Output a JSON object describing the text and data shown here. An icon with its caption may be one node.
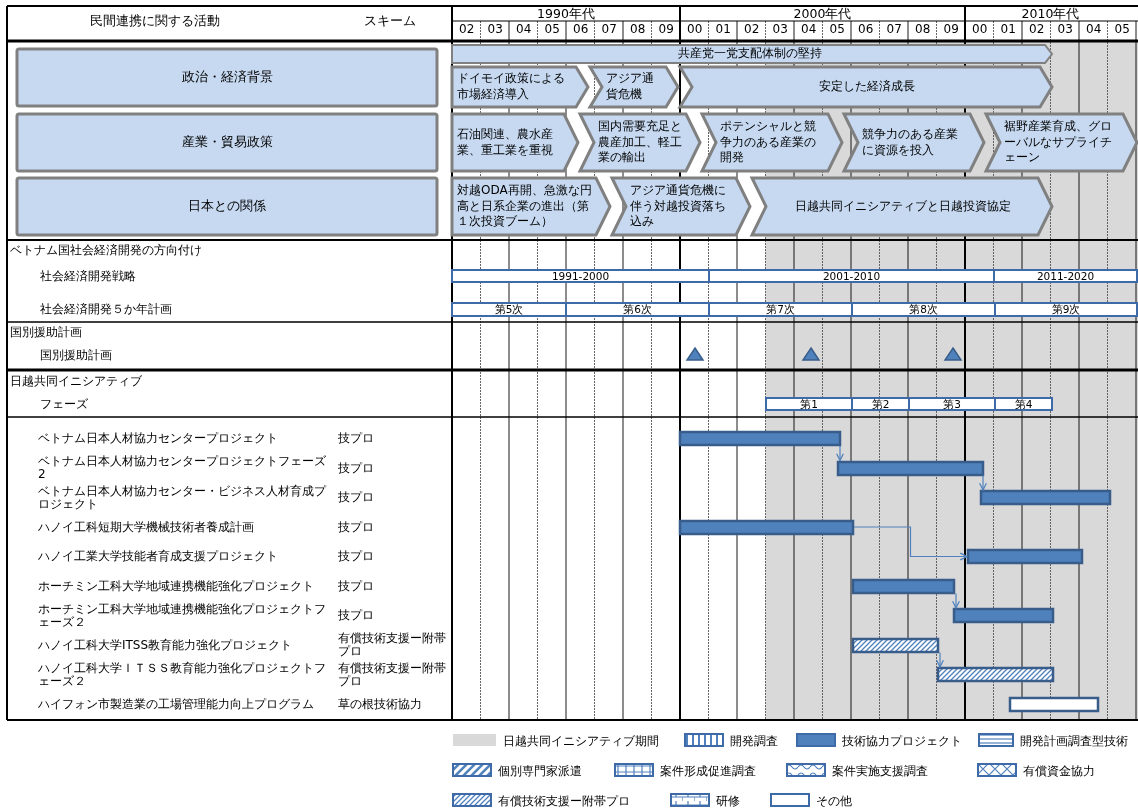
{
  "diagram": {
    "nodes": [
      {
        "text": [
          "政治・経済背景"
        ]
      },
      {
        "text": [
          "共産党一党支配体制の堅持"
        ]
      },
      {
        "text": [
          "ドイモイ政策による市場経済導入"
        ]
      },
      {
        "text": [
          "アジア通貨危機"
        ]
      },
      {
        "text": [
          "安定した経済成長"
        ]
      },
      {
        "text": [
          "産業・貿易政策"
        ]
      },
      {
        "text": [
          "石油関連、農水産業、重工業を重視"
        ]
      },
      {
        "text": [
          "国内需要充足と農産加工、軽工業の輸出"
        ]
      },
      {
        "text": [
          "ポテンシャルと競争力のある産業の開発"
        ]
      },
      {
        "text": [
          "競争力のある産業に資源を投入"
        ]
      },
      {
        "text": [
          "裾野産業育成、グローバルなサプライチェーン"
        ]
      },
      {
        "text": [
          "日本との関係"
        ]
      },
      {
        "text": [
          "対越ODA再開、急激な円高と日系企業の進出（第１次投資ブーム）"
        ]
      },
      {
        "text": [
          "アジア通貨危機に伴う対越投資落ち込み"
        ]
      },
      {
        "text": [
          "日越共同イニシアティブと日越投資協定"
        ]
      },
      {
        "text": [
          "1991-2000"
        ]
      },
      {
        "text": [
          "2001-2010"
        ]
      },
      {
        "text": [
          "2011-2020"
        ]
      },
      {
        "text": [
          "第5次"
        ]
      },
      {
        "text": [
          "第6次"
        ]
      },
      {
        "text": [
          "第7次"
        ]
      },
      {
        "text": [
          "第8次"
        ]
      },
      {
        "text": [
          "第9次"
        ]
      },
      {
        "text": [],
        "shape": "triangle"
      },
      {
        "text": [],
        "shape": "triangle"
      },
      {
        "text": [],
        "shape": "triangle"
      },
      {
        "text": [
          "第1"
        ]
      },
      {
        "text": [
          "第2"
        ]
      },
      {
        "text": [
          "第3"
        ]
      },
      {
        "text": [
          "第4"
        ]
      },
      {
        "text": [],
        "shape": "bar"
      },
      {
        "text": [],
        "shape": "bar"
      },
      {
        "text": [],
        "shape": "bar"
      },
      {
        "text": [],
        "shape": "bar"
      },
      {
        "text": [],
        "shape": "bar"
      },
      {
        "text": [],
        "shape": "bar"
      },
      {
        "text": [],
        "shape": "bar"
      },
      {
        "text": [],
        "shape": "bar"
      },
      {
        "text": [],
        "shape": "bar"
      },
      {
        "text": [],
        "shape": "bar"
      }
    ],
    "edges": [
      {
        "from": 30,
        "to": 31,
        "arrow": "to"
      },
      {
        "from": 31,
        "to": 32,
        "arrow": "to"
      },
      {
        "from": 33,
        "to": 34,
        "arrow": "to"
      },
      {
        "from": 35,
        "to": 36,
        "arrow": "to"
      },
      {
        "from": 37,
        "to": 38,
        "arrow": "to"
      }
    ],
    "labels": [
      "民間連携に関する活動",
      "スキーム",
      "1990年代",
      "2000年代",
      "2010年代",
      "02",
      "03",
      "04",
      "05",
      "06",
      "07",
      "08",
      "09",
      "00",
      "01",
      "02",
      "03",
      "04",
      "05",
      "06",
      "07",
      "08",
      "09",
      "00",
      "01",
      "02",
      "03",
      "04",
      "05",
      "ベトナム国社会経済開発の方向付け",
      "社会経済開発戦略",
      "社会経済開発５か年計画",
      "国別援助計画",
      "国別援助計画",
      "日越共同イニシアティブ",
      "フェーズ",
      "ベトナム日本人材協力センタープロジェクト",
      "技プロ",
      "ベトナム日本人材協力センタープロジェクトフェーズ2",
      "技プロ",
      "ベトナム日本人材協力センター・ビジネス人材育成プロジェクト",
      "技プロ",
      "ハノイ工科短期大学機械技術者養成計画",
      "技プロ",
      "ハノイ工業大学技能者育成支援プロジェクト",
      "技プロ",
      "ホーチミン工科大学地域連携機能強化プロジェクト",
      "技プロ",
      "ホーチミン工科大学地域連携機能強化プロジェクトフェーズ２",
      "技プロ",
      "ハノイ工科大学ITSS教育能力強化プロジェクト",
      "有償技術支援ー附帯プロ",
      "ハノイ工科大学ＩＴＳＳ教育能力強化プロジェクトフェーズ２",
      "有償技術支援ー附帯プロ",
      "ハイフォン市製造業の工場管理能力向上プログラム",
      "草の根技術協力"
    ],
    "legend": [
      {
        "text": "日越共同イニシアティブ期間",
        "color": "#d9d9d9"
      },
      {
        "text": "開発調査"
      },
      {
        "text": "技術協力プロジェクト",
        "color": "#4f81bd"
      },
      {
        "text": "開発計画調査型技術"
      },
      {
        "text": "個別専門家派遣"
      },
      {
        "text": "案件形成促進調査"
      },
      {
        "text": "案件実施支援調査"
      },
      {
        "text": "有償資金協力"
      },
      {
        "text": "有償技術支援ー附帯プロ"
      },
      {
        "text": "研修"
      },
      {
        "text": "その他"
      }
    ]
  }
}
